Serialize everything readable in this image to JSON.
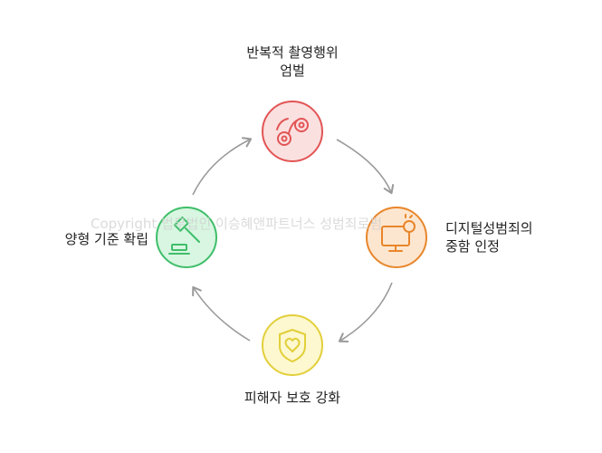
{
  "nodes": [
    {
      "id": "top",
      "label": "반복적 촬영행위\n엄벌",
      "icon": "handcuffs-icon",
      "stroke": "#e25555",
      "fill": "#fbe0e0"
    },
    {
      "id": "right",
      "label": "디지털성범죄의\n중함 인정",
      "icon": "monitor-icon",
      "stroke": "#e8862b",
      "fill": "#fde6cf"
    },
    {
      "id": "bottom",
      "label": "피해자 보호 강화",
      "icon": "heart-shield-icon",
      "stroke": "#e2cf3a",
      "fill": "#fdf8cf"
    },
    {
      "id": "left",
      "label": "양형 기준 확립",
      "icon": "gavel-icon",
      "stroke": "#3fbe6a",
      "fill": "#d8f6e1"
    }
  ],
  "watermark": "Copyright 법무법인 이승혜앤파트너스 성범죄로펌",
  "arrow_color": "#9a9a9a"
}
